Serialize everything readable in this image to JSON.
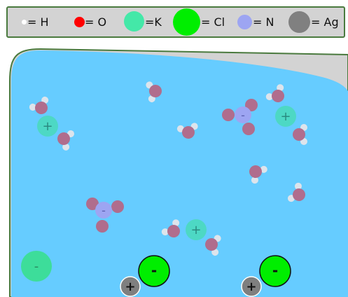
{
  "legend": {
    "items": [
      {
        "label": "= H",
        "color": "#ffffff",
        "element": "hydrogen"
      },
      {
        "label": "= O",
        "color": "#ff0000",
        "element": "oxygen"
      },
      {
        "label": "=K",
        "color": "#44e8a8",
        "element": "potassium"
      },
      {
        "label": "= Cl",
        "color": "#00ee00",
        "element": "chlorine"
      },
      {
        "label": "= N",
        "color": "#9da5f2",
        "element": "nitrogen"
      },
      {
        "label": "= Ag",
        "color": "#808080",
        "element": "silver"
      }
    ]
  },
  "ions": {
    "potassium_symbol": "+",
    "nitrate_symbol": "-",
    "chloride_symbol": "-",
    "silver_symbol": "+"
  },
  "colors": {
    "solution": "#66ccff",
    "container": "#d3d3d3",
    "border": "#4a7a3e",
    "water_oxygen": "#b06d8d",
    "water_hydrogen": "#dde4ec",
    "potassium_in_solution": "#4dd8c4",
    "potassium_bright": "#44e8a8",
    "nitrate_nitrogen": "#9da5f2",
    "chlorine": "#00ee00",
    "silver": "#7f7f7f"
  }
}
